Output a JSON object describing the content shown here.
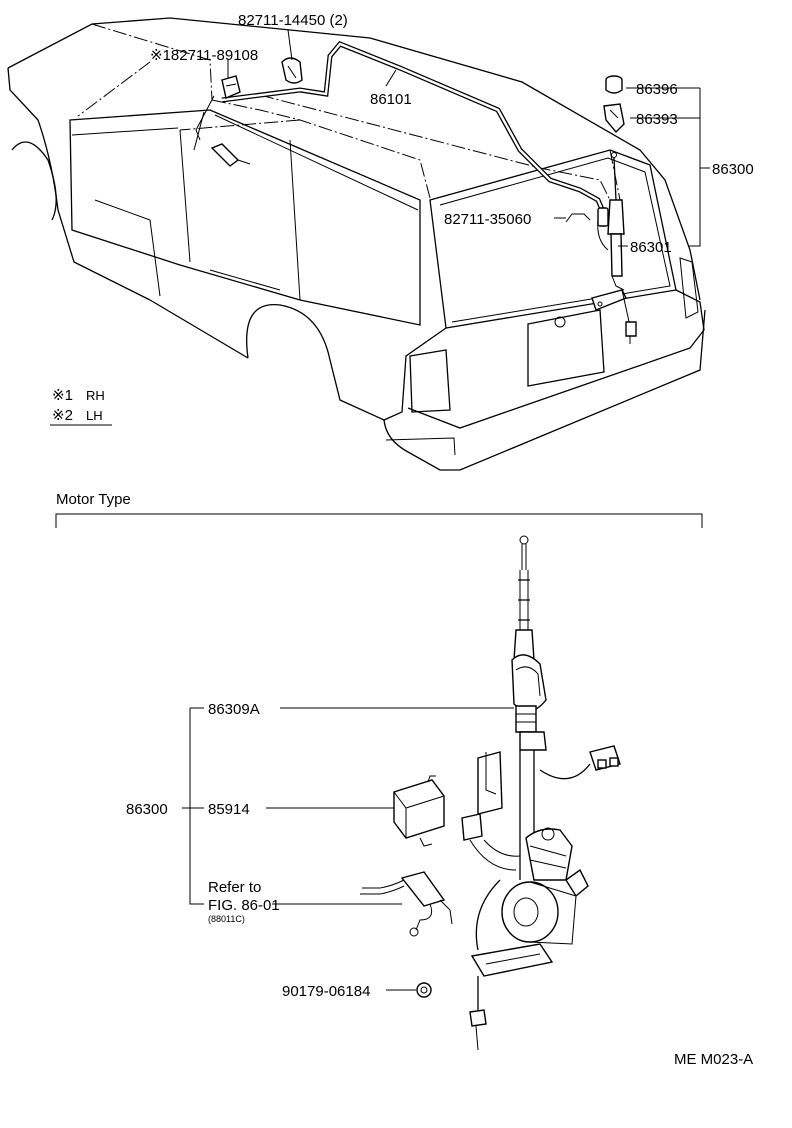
{
  "upper": {
    "labels": {
      "p82711_14450": "82711-14450 (2)",
      "p82711_89108": "※182711-89108",
      "p86101": "86101",
      "p86396": "86396",
      "p86393": "86393",
      "p86300": "86300",
      "p82711_35060": "82711-35060",
      "p86301": "86301"
    },
    "legend": {
      "rh_mark": "※1",
      "rh_text": "RH",
      "lh_mark": "※2",
      "lh_text": "LH"
    }
  },
  "section_title": "Motor Type",
  "lower": {
    "labels": {
      "p86309A": "86309A",
      "p86300": "86300",
      "p85914": "85914",
      "refer_to": "Refer to",
      "fig": "FIG. 86-01",
      "fig_sub": "(88011C)",
      "p90179": "90179-06184"
    }
  },
  "diagram_code": "ME M023-A"
}
